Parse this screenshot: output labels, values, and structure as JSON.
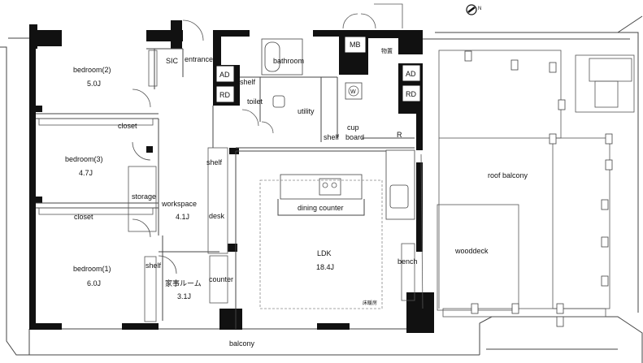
{
  "rooms": {
    "bedroom2": {
      "name": "bedroom(2)",
      "size": "5.0J"
    },
    "bedroom3": {
      "name": "bedroom(3)",
      "size": "4.7J"
    },
    "bedroom1": {
      "name": "bedroom(1)",
      "size": "6.0J"
    },
    "workspace": {
      "name": "workspace",
      "size": "4.1J"
    },
    "kaji": {
      "name": "家事ルーム",
      "size": "3.1J"
    },
    "ldk": {
      "name": "LDK",
      "size": "18.4J"
    },
    "roof_balcony": {
      "name": "roof balcony"
    },
    "wooddeck": {
      "name": "wooddeck"
    },
    "balcony": {
      "name": "balcony"
    }
  },
  "labels": {
    "sic": "SIC",
    "entrance": "entrance",
    "bathroom": "bathroom",
    "mb": "MB",
    "storage_jp": "物置",
    "ad_left": "AD",
    "rd_left": "RD",
    "ad_right": "AD",
    "rd_right": "RD",
    "shelf_bath": "shelf",
    "toilet": "toilet",
    "utility": "utility",
    "w": "W",
    "cup": "cup",
    "board": "board",
    "shelf_kitchen": "shelf",
    "r": "R",
    "closet_upper": "closet",
    "closet_lower": "closet",
    "shelf_work": "shelf",
    "storage": "storage",
    "desk": "desk",
    "dining_counter": "dining counter",
    "shelf_kaji": "shelf",
    "counter": "counter",
    "bench": "bench",
    "floor_heating": "床暖房"
  },
  "icons": {
    "compass": "north-arrow-icon"
  }
}
